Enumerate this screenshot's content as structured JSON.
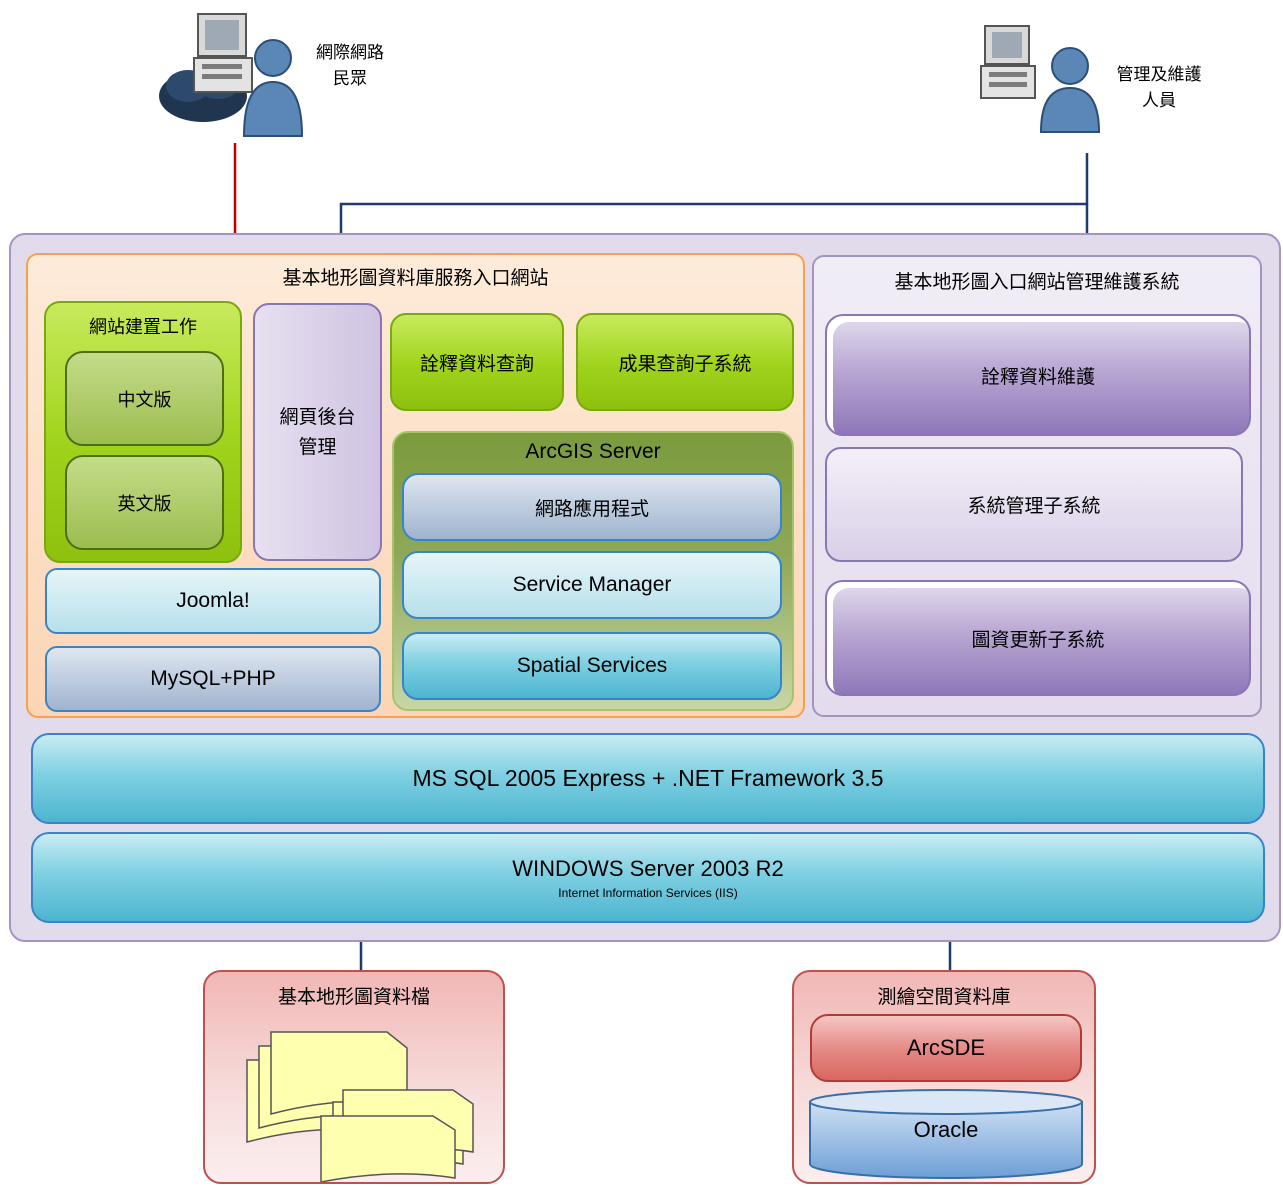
{
  "actors": {
    "public_label_line1": "網際網路",
    "public_label_line2": "民眾",
    "admin_label_line1": "管理及維護",
    "admin_label_line2": "人員"
  },
  "portal": {
    "title": "基本地形圖資料庫服務入口網站",
    "site_build": {
      "title": "網站建置工作",
      "chinese": "中文版",
      "english": "英文版"
    },
    "backend_line1": "網頁後台",
    "backend_line2": "管理",
    "annotation_query": "詮釋資料查詢",
    "result_query": "成果查詢子系統",
    "joomla": "Joomla!",
    "mysql_php": "MySQL+PHP",
    "arcgis": {
      "title": "ArcGIS Server",
      "web_app": "網路應用程式",
      "service_manager": "Service Manager",
      "spatial_services": "Spatial Services"
    }
  },
  "admin_system": {
    "title": "基本地形圖入口網站管理維護系統",
    "metadata_maintenance": "詮釋資料維護",
    "system_management": "系統管理子系統",
    "map_update": "圖資更新子系統"
  },
  "platform": {
    "mssql": "MS SQL 2005 Express + .NET Framework 3.5",
    "windows": "WINDOWS Server 2003 R2",
    "iis": "Internet Information Services (IIS)"
  },
  "data_files": {
    "title": "基本地形圖資料檔"
  },
  "spatial_db": {
    "title": "測繪空間資料庫",
    "arcsde": "ArcSDE",
    "oracle": "Oracle"
  },
  "colors": {
    "public_link": "#c00000",
    "admin_link": "#1f3b6e"
  }
}
